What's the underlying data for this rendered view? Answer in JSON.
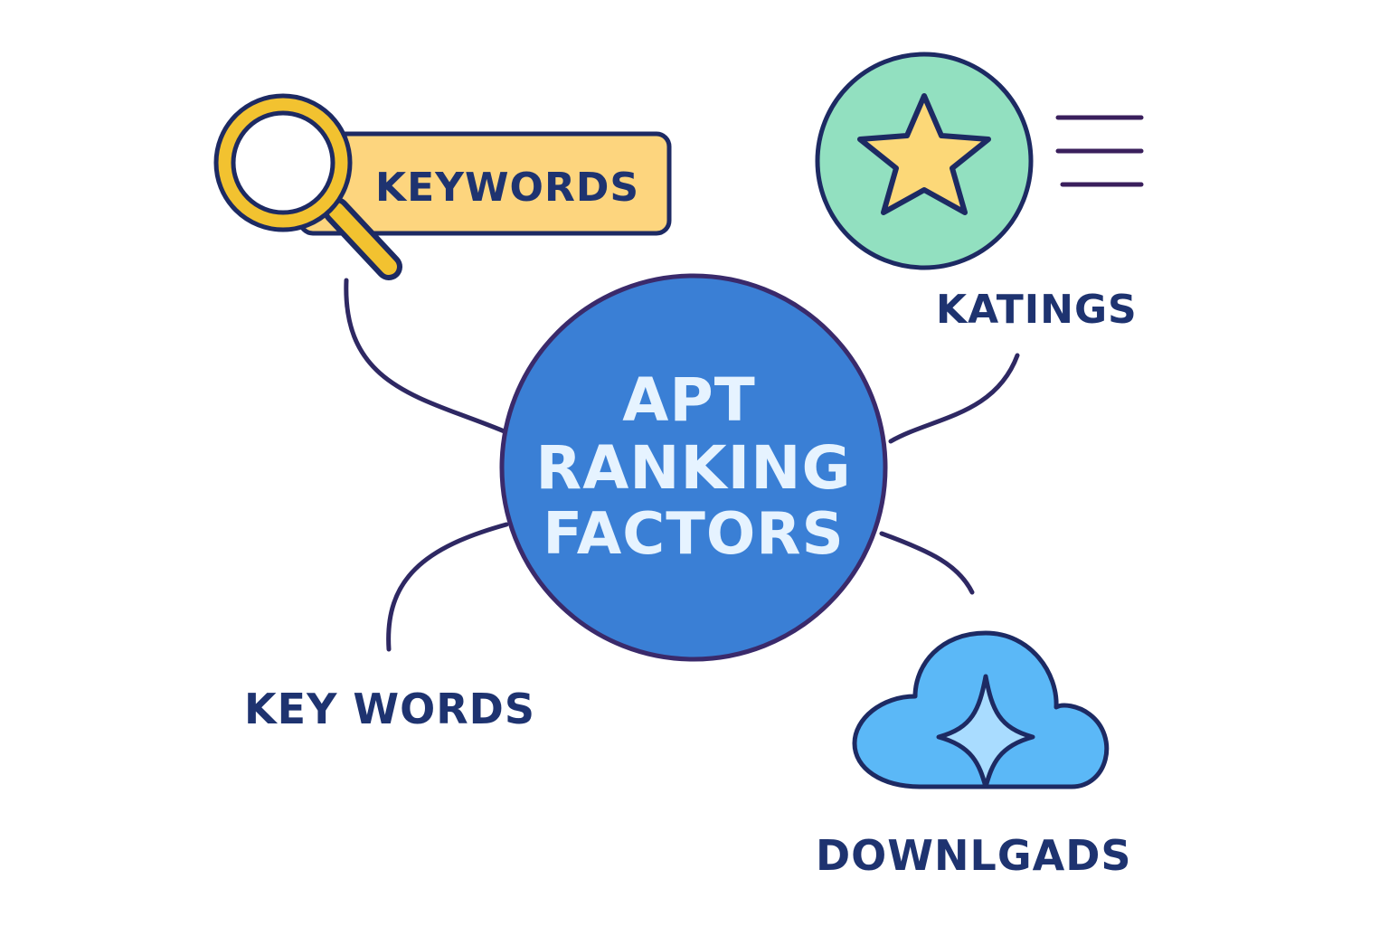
{
  "center": {
    "lines": [
      "APT",
      "RANKING",
      "FACTORS"
    ],
    "fill": "#3a7fd5",
    "text_color": "#e6f3ff"
  },
  "nodes": {
    "search": {
      "label": "KEYWORDS",
      "icon": "magnifier-icon",
      "fill": "#fdd57e",
      "accent": "#f2c230"
    },
    "ratings": {
      "label": "KATINGS",
      "icon": "star-icon",
      "fill": "#92e0c0",
      "accent": "#fcd878"
    },
    "keywords": {
      "label": "KEY WORDS"
    },
    "downloads": {
      "label": "DOWNLGADS",
      "icon": "cloud-icon",
      "fill": "#5bb8f7"
    }
  },
  "colors": {
    "outline": "#1d2a63",
    "connector": "#2e2863",
    "label": "#1e3370"
  }
}
